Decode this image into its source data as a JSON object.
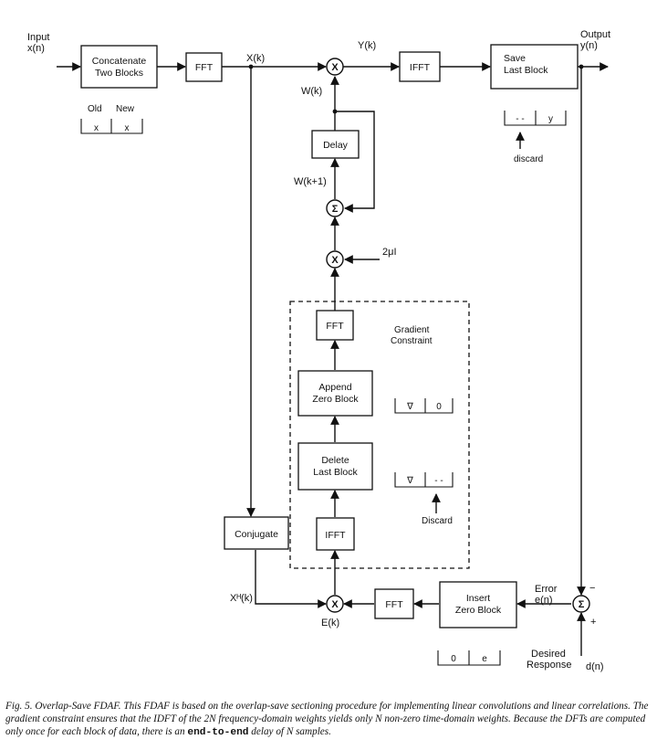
{
  "signals": {
    "input": [
      "Input",
      "x(n)"
    ],
    "output": [
      "Output",
      "y(n)"
    ],
    "Xk": "X(k)",
    "Yk": "Y(k)",
    "Wk": "W(k)",
    "Wk1": "W(k+1)",
    "mu": "2μI",
    "XHk": "Xᴴ(k)",
    "Ek": "E(k)",
    "error": [
      "Error",
      "e(n)"
    ],
    "desired": [
      "Desired",
      "Response"
    ],
    "dn": "d(n)",
    "minus": "−",
    "plus": "+"
  },
  "blocks": {
    "concat": [
      "Concatenate",
      "Two Blocks"
    ],
    "fft1": "FFT",
    "ifft1": "IFFT",
    "save": [
      "Save",
      "Last Block"
    ],
    "delay": "Delay",
    "fft2": "FFT",
    "append": [
      "Append",
      "Zero Block"
    ],
    "delete": [
      "Delete",
      "Last Block"
    ],
    "ifft2": "IFFT",
    "conj": "Conjugate",
    "fft3": "FFT",
    "insert": [
      "Insert",
      "Zero Block"
    ]
  },
  "nodes": {
    "mult": "X",
    "sum": "Σ"
  },
  "annotations": {
    "oldnew_head": [
      "Old",
      "New"
    ],
    "oldnew_cells": [
      "x",
      "x"
    ],
    "out_cells": [
      "- -",
      "y"
    ],
    "discard1": "discard",
    "gradient": [
      "Gradient",
      "Constraint"
    ],
    "append_cells": [
      "∇",
      "0"
    ],
    "delete_cells": [
      "∇",
      "- -"
    ],
    "discard2": "Discard",
    "err_cells": [
      "0",
      "e"
    ]
  },
  "caption": {
    "prefix": "Fig. 5. Overlap-Save FDAF. This FDAF is based on the overlap-save sectioning procedure for implementing linear convolutions and linear correlations. The gradient constraint ensures that the IDFT of the 2N frequency-domain weights yields only N non-zero time-domain weights. Because the DFTs are computed only once for each block of data, there is an ",
    "emph": "end-to-end",
    "suffix": " delay of N samples."
  }
}
